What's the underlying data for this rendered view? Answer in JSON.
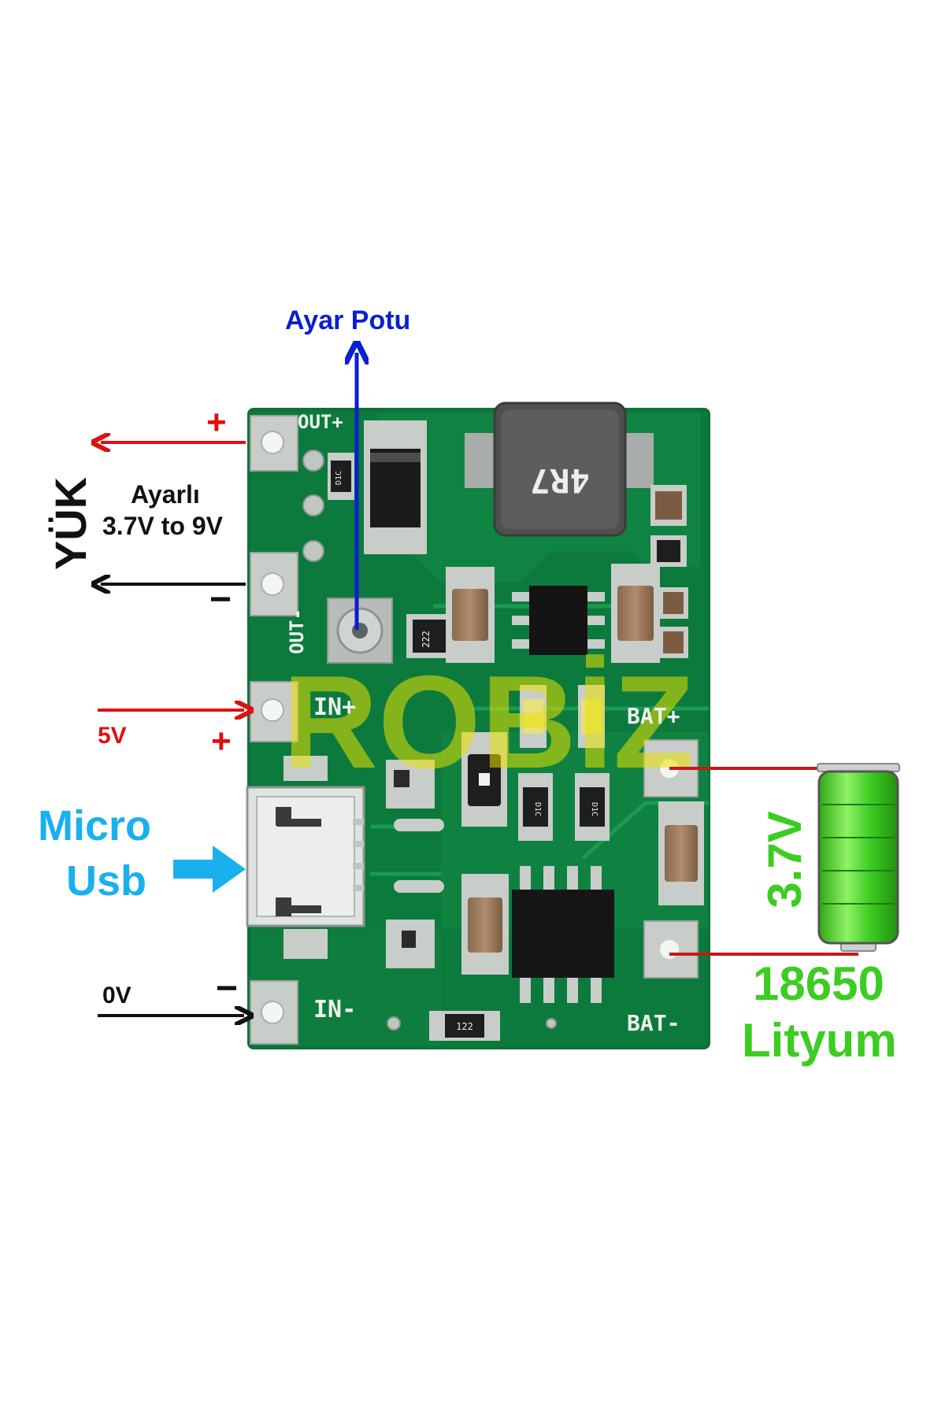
{
  "labels": {
    "pot": "Ayar Potu",
    "load": "YÜK",
    "adjustable": "Ayarlı",
    "range": "3.7V to 9V",
    "out_plus": "+",
    "out_minus": "−",
    "in_voltage": "5V",
    "in_plus": "+",
    "micro": "Micro",
    "usb": "Usb",
    "zero_v": "0V",
    "in_minus": "−",
    "battery_voltage": "3.7V",
    "battery_type": "18650",
    "battery_chem": "Lityum"
  },
  "pcb": {
    "out_plus": "OUT+",
    "out_minus": "OUT-",
    "in_plus": "IN+",
    "in_minus": "IN-",
    "bat_plus": "BAT+",
    "bat_minus": "BAT-",
    "inductor": "4R7",
    "res_a": "222",
    "res_b": "122",
    "diode_a": "D1C",
    "diode_b": "D1C",
    "diode_c": "D1C"
  },
  "watermark": "ROBİZ",
  "colors": {
    "board": "#0c7a3c",
    "pot_arrow": "#0a1fd0",
    "positive": "#e01010",
    "negative": "#111111",
    "usb": "#1ab0ee",
    "battery": "#3ccc22",
    "watermark": "#e8e200"
  }
}
